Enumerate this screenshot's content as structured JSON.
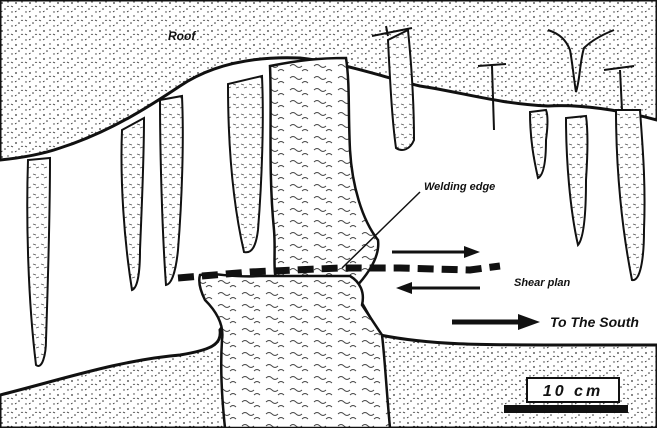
{
  "diagram": {
    "labels": {
      "roof": "Roof",
      "welding_edge": "Welding edge",
      "shear_plane": "Shear plan",
      "direction": "To The South",
      "scale_bar": "10 cm"
    },
    "colors": {
      "ink": "#111111",
      "background": "#ffffff",
      "stipple": "#333333"
    }
  }
}
